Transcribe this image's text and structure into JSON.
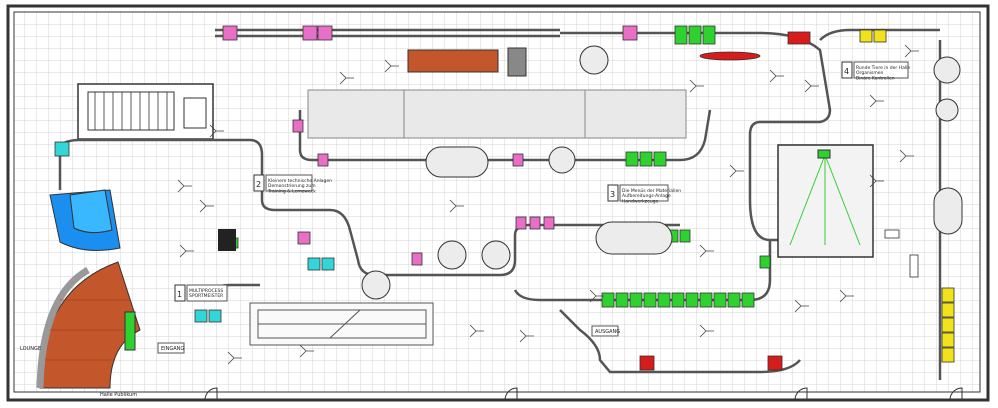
{
  "colors": {
    "grid": "#c9c9c9",
    "wall": "#333333",
    "track": "#555555",
    "green": "#2fd12f",
    "pink": "#e86fc8",
    "cyan": "#33d6d6",
    "yellow": "#f2e21b",
    "red": "#d81b1b",
    "brown": "#c4562b",
    "blue": "#1a8ff0",
    "gray": "#e9e9e9"
  },
  "labels": {
    "num1": "1",
    "num2": "2",
    "num3": "3",
    "num4": "4",
    "zone1": "MULTIPROCESS\nSPORTMEISTER",
    "zone2": "Kleinere technische Anlagen\nDemonstrierung zum\nTraining & Lernzweck",
    "zone3": "Die Menüs der Materialien\nAufbereitungs-Anlage\nHandwerkzeuge",
    "zone4": "Runde Tiere in der Halle\nOrganismen\nBinäre Kontrollen",
    "entrance": "EINGANG",
    "exit": "AUSGANG",
    "bottom_left": "Halle  Publikum",
    "side_lounge": "LOUNGE"
  },
  "icons": [
    "robot-arm-icon",
    "turntable-icon",
    "conveyor-icon",
    "plant-icon"
  ]
}
